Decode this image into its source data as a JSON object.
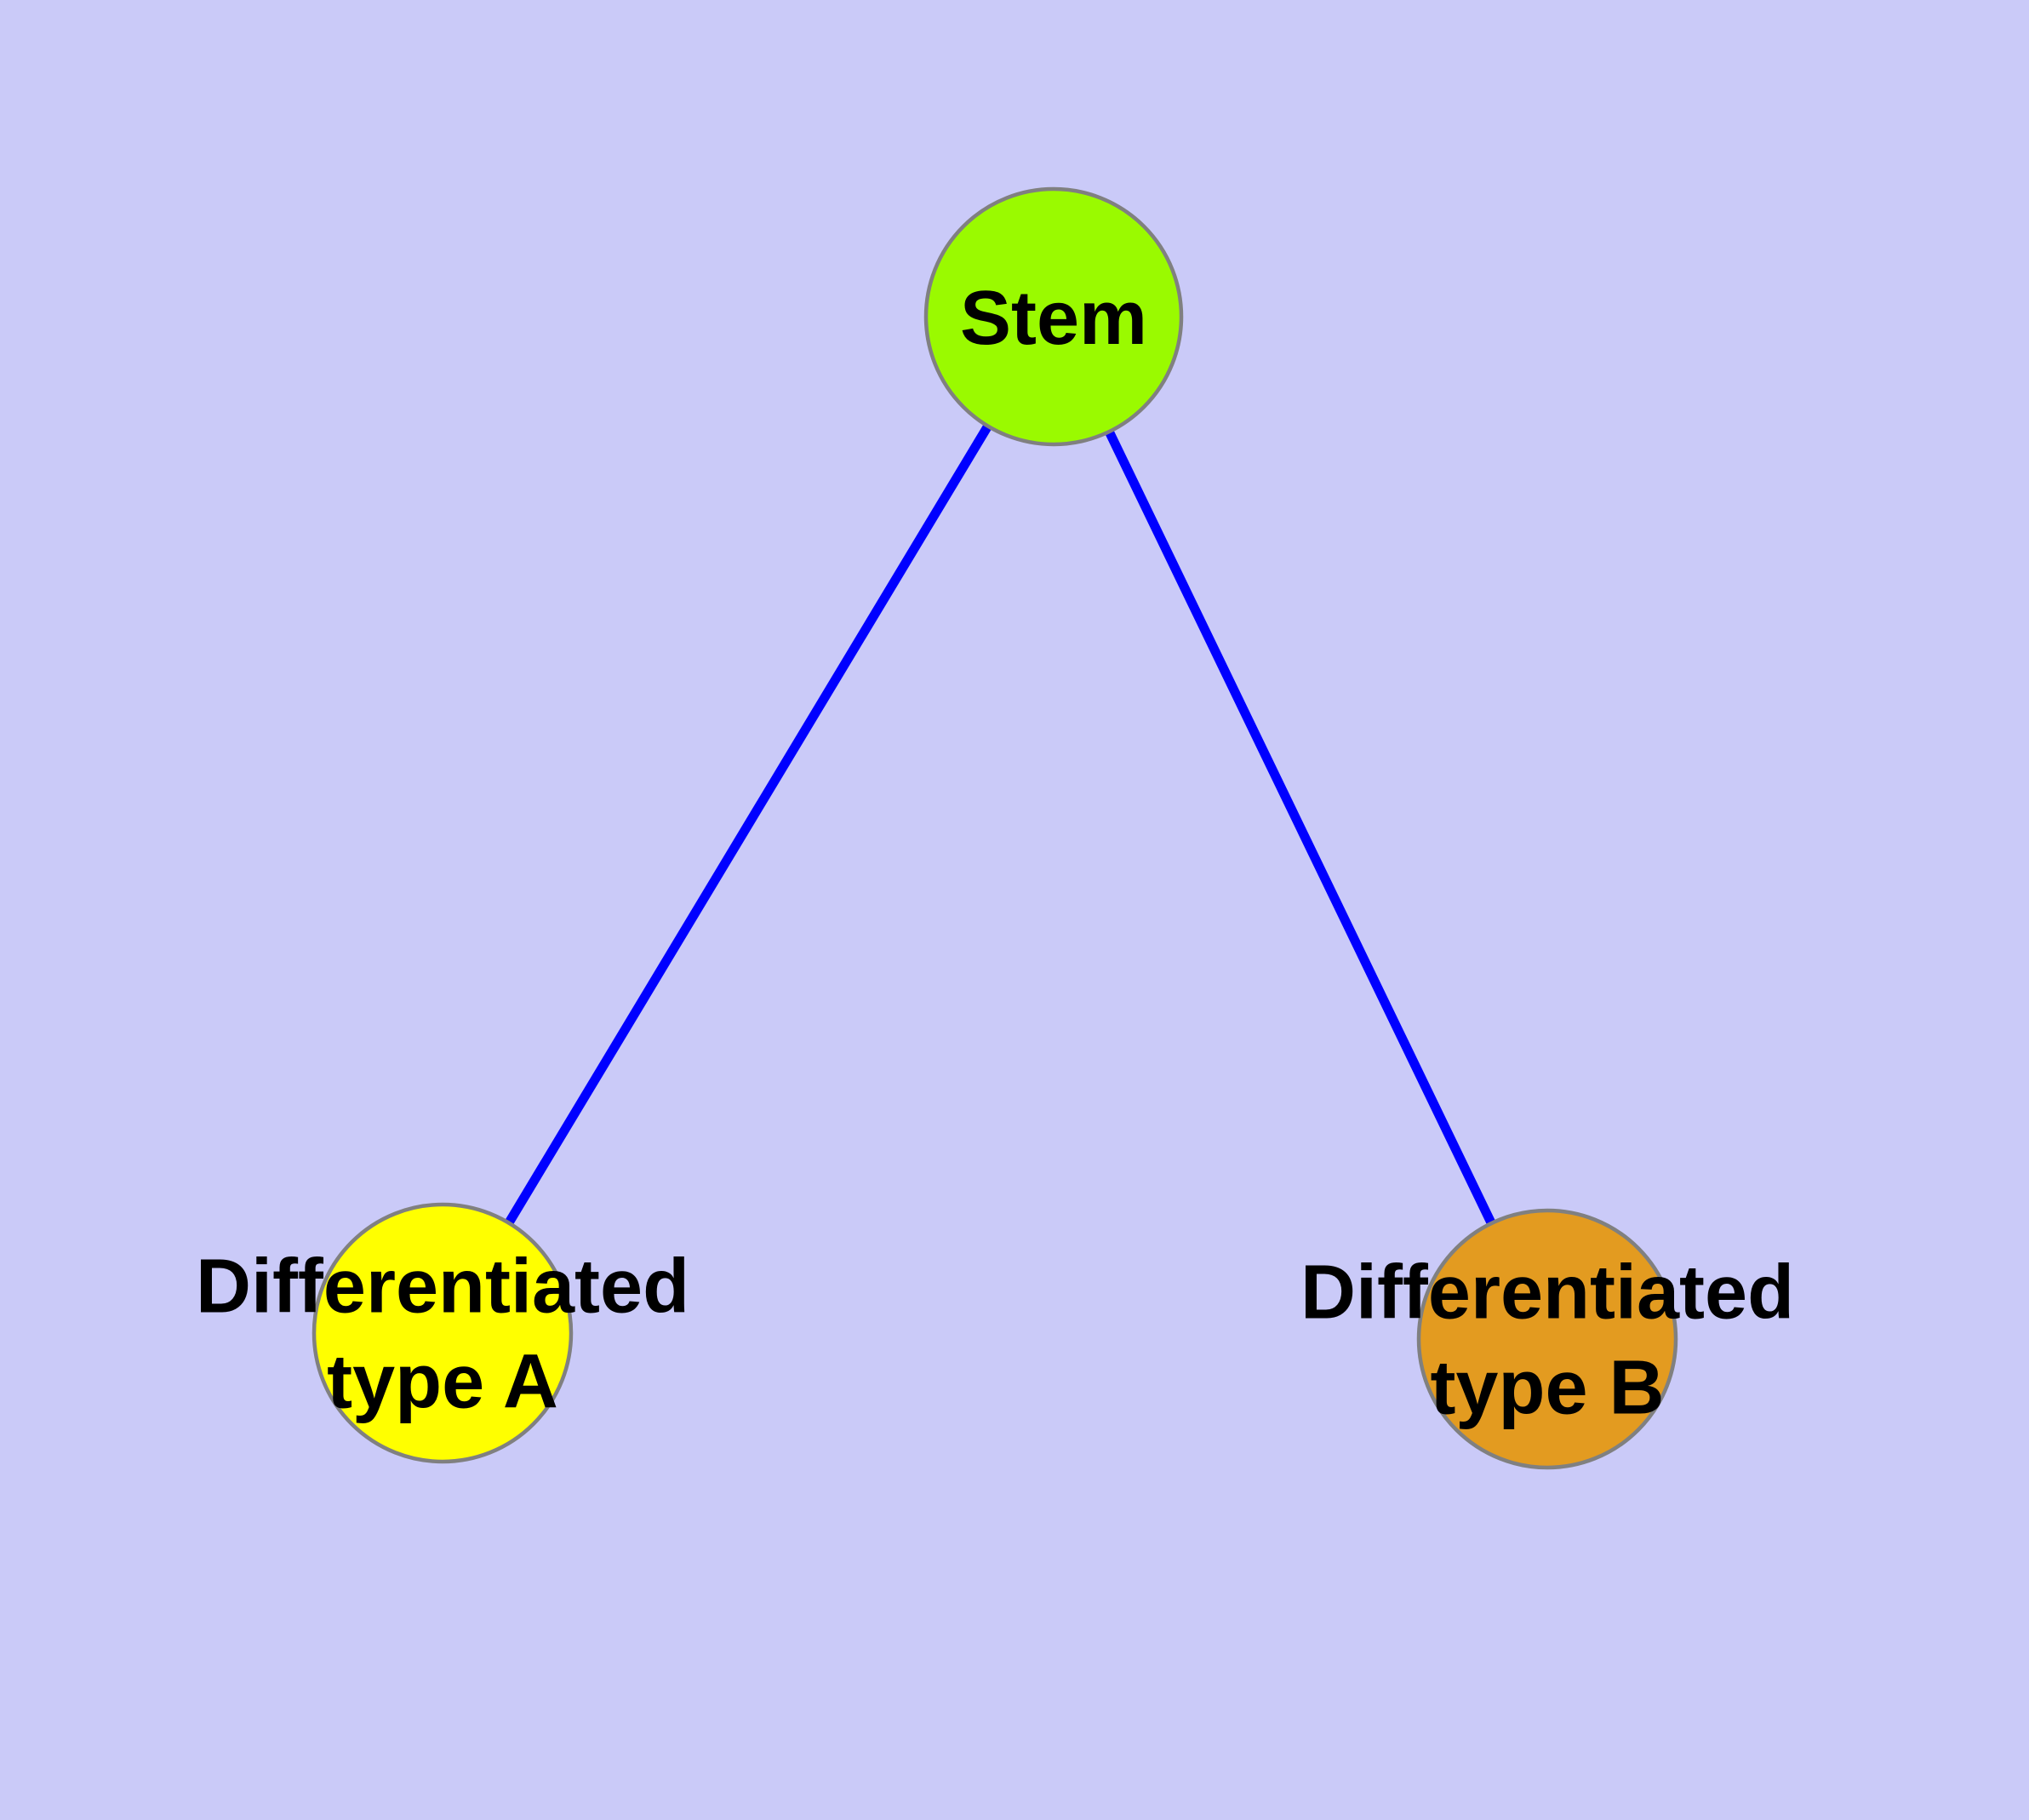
{
  "diagram": {
    "type": "node-link-graph",
    "description": "Cell differentiation tree: a Stem node connected to two differentiated cell type nodes"
  },
  "colors": {
    "background": "#CACAF8",
    "edge": "#0000FF",
    "node_border": "#808080",
    "label_text": "#000000",
    "stem_fill": "#9AFA00",
    "type_a_fill": "#FFFF00",
    "type_b_fill": "#E39B20"
  },
  "nodes": [
    {
      "id": "stem",
      "label": "Stem",
      "color": "#9AFA00"
    },
    {
      "id": "type-a",
      "label": "Differentiated\ntype A",
      "color": "#FFFF00"
    },
    {
      "id": "type-b",
      "label": "Differentiated\ntype B",
      "color": "#E39B20"
    }
  ],
  "edges": [
    {
      "from": "Stem",
      "to": "Differentiated type A"
    },
    {
      "from": "Stem",
      "to": "Differentiated type B"
    }
  ]
}
